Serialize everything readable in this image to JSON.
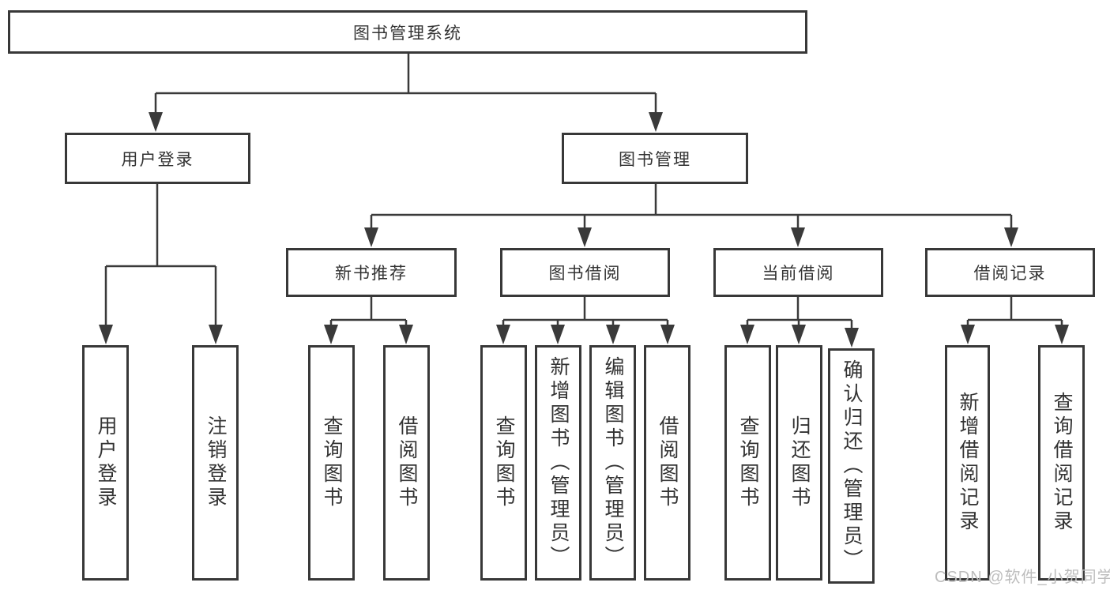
{
  "tree": {
    "root": {
      "label": "图书管理系统"
    },
    "children": [
      {
        "label": "用户登录",
        "children": [
          {
            "label": "用户登录"
          },
          {
            "label": "注销登录"
          }
        ]
      },
      {
        "label": "图书管理",
        "children": [
          {
            "label": "新书推荐",
            "children": [
              {
                "label": "查询图书"
              },
              {
                "label": "借阅图书"
              }
            ]
          },
          {
            "label": "图书借阅",
            "children": [
              {
                "label": "查询图书"
              },
              {
                "label": "新增图书（管理员）"
              },
              {
                "label": "编辑图书（管理员）"
              },
              {
                "label": "借阅图书"
              }
            ]
          },
          {
            "label": "当前借阅",
            "children": [
              {
                "label": "查询图书"
              },
              {
                "label": "归还图书"
              },
              {
                "label": "确认归还（管理员）"
              }
            ]
          },
          {
            "label": "借阅记录",
            "children": [
              {
                "label": "新增借阅记录"
              },
              {
                "label": "查询借阅记录"
              }
            ]
          }
        ]
      }
    ]
  },
  "watermark": {
    "text": "CSDN @软件_小贺同学",
    "color": "#bdbdbd"
  },
  "colors": {
    "line": "#3a3a3a",
    "border": "#383838",
    "text": "#333333"
  }
}
